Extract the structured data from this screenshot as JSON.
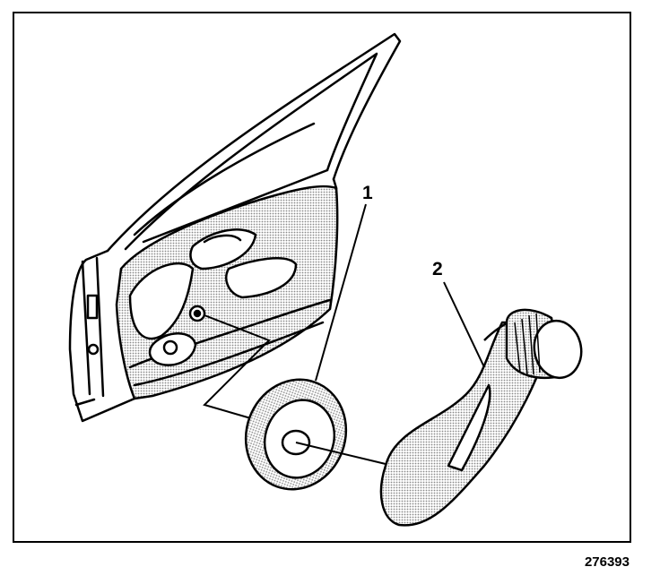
{
  "callouts": {
    "one": "1",
    "two": "2"
  },
  "figure_number": "276393",
  "colors": {
    "ink": "#000000",
    "shade": "#c8c8c8",
    "background": "#ffffff"
  },
  "parts": {
    "door_panel": "door-panel-icon",
    "escutcheon": "escutcheon-washer-icon",
    "crank_handle": "window-crank-handle-icon"
  }
}
